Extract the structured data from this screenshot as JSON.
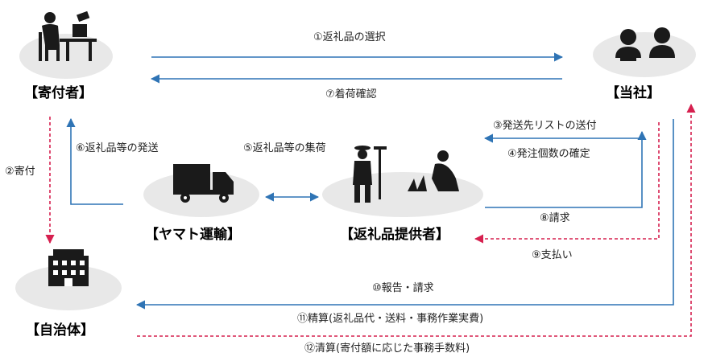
{
  "nodes": {
    "donor": "【寄付者】",
    "company": "【当社】",
    "yamato": "【ヤマト運輸】",
    "supplier": "【返礼品提供者】",
    "municipality": "【自治体】"
  },
  "flows": {
    "f1": "①返礼品の選択",
    "f7": "⑦着荷確認",
    "f2": "②寄付",
    "f3": "③発送先リストの送付",
    "f4": "④発注個数の確定",
    "f6": "⑥返礼品等の発送",
    "f5": "⑤返礼品等の集荷",
    "f8": "⑧請求",
    "f9": "⑨支払い",
    "f10": "⑩報告・請求",
    "f11": "⑪精算(返礼品代・送料・事務作業実費)",
    "f12": "⑫清算(寄付額に応じた事務手数料)"
  },
  "colors": {
    "blue": "#2f74b5",
    "red": "#d6204f",
    "ellipse": "#e8e8e8",
    "icon": "#1a1a1a"
  }
}
